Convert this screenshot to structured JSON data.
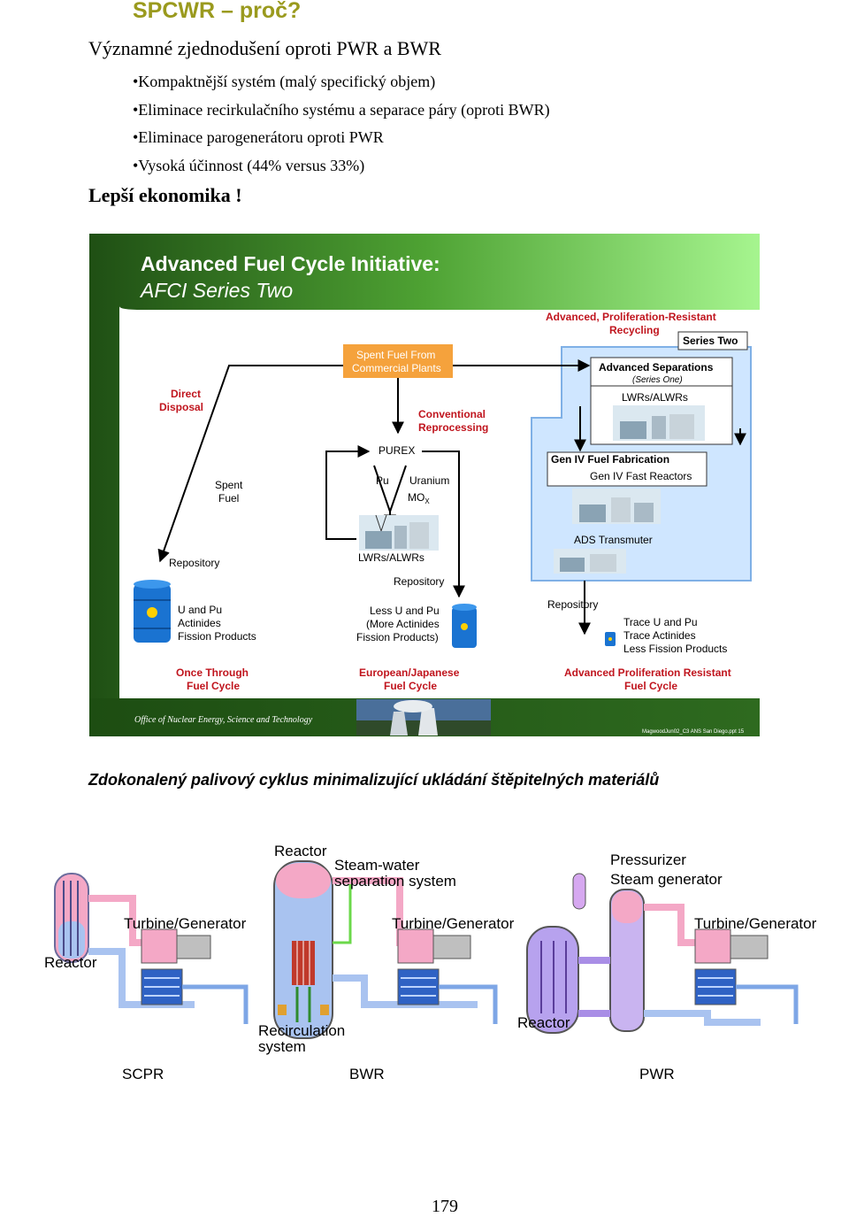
{
  "header": {
    "title": "SPCWR – proč?",
    "subtitle": "Významné zjednodušení oproti PWR a BWR",
    "bullets": [
      "•Kompaktnější systém (malý specifický objem)",
      "•Eliminace recirkulačního systému a separace páry (oproti BWR)",
      "•Eliminace parogenerátoru oproti PWR",
      "•Vysoká účinnost (44% versus 33%)"
    ],
    "conclusion": "Lepší ekonomika !"
  },
  "afci": {
    "title": "Advanced Fuel Cycle Initiative:",
    "subtitle": "AFCI Series Two",
    "recycling": [
      "Advanced, Proliferation-Resistant",
      "Recycling"
    ],
    "series_two": "Series Two",
    "spent_fuel_from": [
      "Spent Fuel From",
      "Commercial Plants"
    ],
    "direct_disposal": [
      "Direct",
      "Disposal"
    ],
    "conventional": [
      "Conventional",
      "Reprocessing"
    ],
    "purex": "PUREX",
    "pu": "Pu",
    "uranium": "Uranium",
    "mox": "MO",
    "mox_sub": "X",
    "spent_fuel": [
      "Spent",
      "Fuel"
    ],
    "repository_left": "Repository",
    "lwrs_mid": "LWRs/ALWRs",
    "repository_mid": "Repository",
    "adv_sep": "Advanced Separations",
    "series_one": "(Series One)",
    "lwrs_right": "LWRs/ALWRs",
    "gen4_fab": "Gen IV Fuel Fabrication",
    "gen4_reactors": "Gen IV Fast Reactors",
    "ads": "ADS Transmuter",
    "repository_right": "Repository",
    "left_waste": [
      "U and Pu",
      "Actinides",
      "Fission Products"
    ],
    "mid_waste": [
      "Less U and Pu",
      "(More Actinides",
      "Fission Products)"
    ],
    "right_waste": [
      "Trace U and Pu",
      "Trace Actinides",
      "Less Fission Products"
    ],
    "cycle_left": [
      "Once Through",
      "Fuel Cycle"
    ],
    "cycle_mid": [
      "European/Japanese",
      "Fuel Cycle"
    ],
    "cycle_right": [
      "Advanced Proliferation Resistant",
      "Fuel Cycle"
    ],
    "footer_office": "Office of Nuclear Energy, Science and Technology",
    "footer_ref": "MagwoodJun02_C3 ANS San Diego.ppt  15",
    "colors": {
      "green_dark": "#2d6a1c",
      "green_light": "#9cf08a",
      "blue_panel": "#cfe6ff",
      "red_label": "#c0151e",
      "orange_box": "#f5a23c"
    }
  },
  "caption": "Zdokonalený palivový cyklus minimalizující ukládání štěpitelných materiálů",
  "reactors": {
    "scpr": {
      "reactor": "Reactor",
      "turbine": "Turbine/Generator",
      "label": "SCPR"
    },
    "bwr": {
      "reactor": "Reactor",
      "steam": "Steam-water",
      "steam2": "separation system",
      "turbine": "Turbine/Generator",
      "recirc": "Recirculation",
      "recirc2": "system",
      "label": "BWR"
    },
    "pwr": {
      "pressurizer": "Pressurizer",
      "steamgen": "Steam generator",
      "turbine": "Turbine/Generator",
      "reactor": "Reactor",
      "label": "PWR"
    }
  },
  "page_number": "179"
}
